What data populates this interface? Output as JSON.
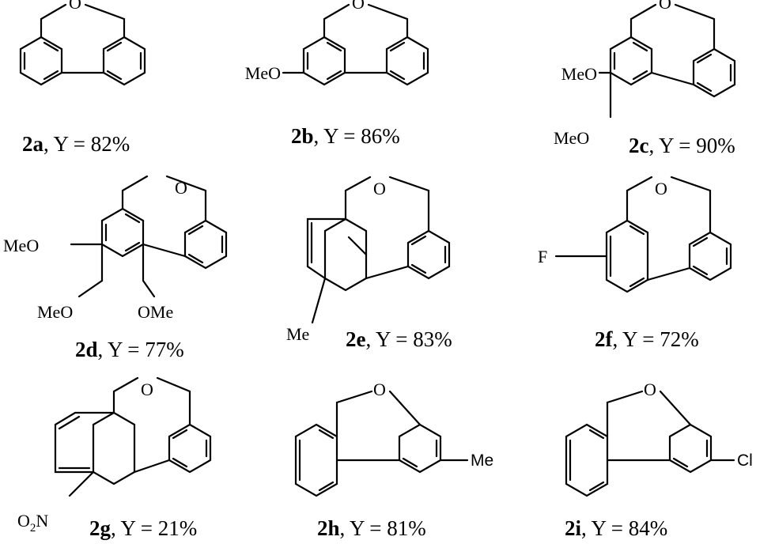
{
  "compounds": [
    {
      "id": "2a",
      "yield_text": ", Y = 82%",
      "atoms": {
        "o": "O"
      }
    },
    {
      "id": "2b",
      "yield_text": ", Y = 86%",
      "atoms": {
        "o": "O",
        "s1": "MeO"
      }
    },
    {
      "id": "2c",
      "yield_text": ", Y = 90%",
      "atoms": {
        "o": "O",
        "s1": "MeO",
        "s2": "MeO"
      }
    },
    {
      "id": "2d",
      "yield_text": ", Y = 77%",
      "atoms": {
        "o": "O",
        "s1": "MeO",
        "s2": "MeO",
        "s3": "OMe"
      }
    },
    {
      "id": "2e",
      "yield_text": ", Y = 83%",
      "atoms": {
        "o": "O",
        "s1": "Me"
      }
    },
    {
      "id": "2f",
      "yield_text": ", Y = 72%",
      "atoms": {
        "o": "O",
        "s1": "F"
      }
    },
    {
      "id": "2g",
      "yield_text": ", Y = 21%",
      "atoms": {
        "o": "O",
        "s1_main": "O",
        "s1_sub": "2",
        "s1_end": "N"
      }
    },
    {
      "id": "2h",
      "yield_text": ", Y = 81%",
      "atoms": {
        "o": "O",
        "s1": "Me"
      }
    },
    {
      "id": "2i",
      "yield_text": ", Y = 84%",
      "atoms": {
        "o": "O",
        "s1": "Cl"
      }
    }
  ]
}
